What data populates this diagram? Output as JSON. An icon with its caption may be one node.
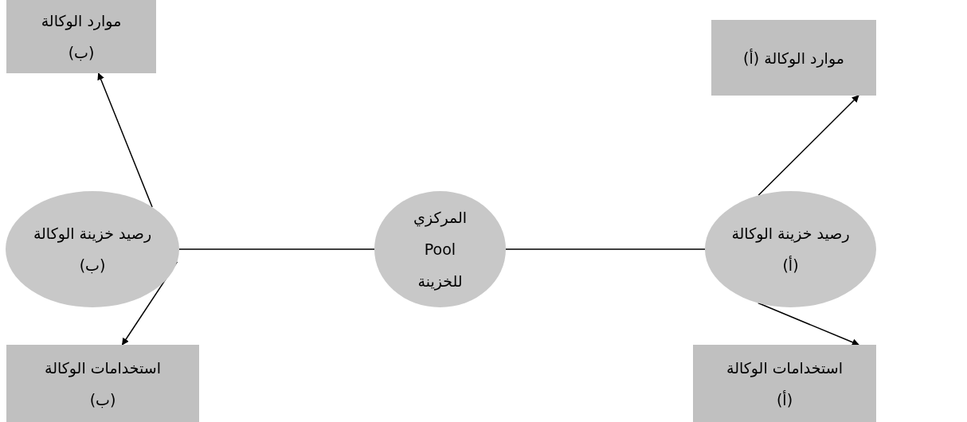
{
  "diagram": {
    "nodes": [
      {
        "text": [
          "موارد الوكالة (ب)"
        ]
      },
      {
        "text": [
          "موارد الوكالة (أ)"
        ]
      },
      {
        "text": [
          "رصيد خزينة الوكالة (ب)"
        ]
      },
      {
        "text": [
          "المركزي Pool للخزينة"
        ]
      },
      {
        "text": [
          "رصيد خزينة الوكالة (أ)"
        ]
      },
      {
        "text": [
          "استخدامات الوكالة (ب)"
        ]
      },
      {
        "text": [
          "استخدامات الوكالة (أ)"
        ]
      }
    ],
    "edges": [
      {
        "from": 2,
        "to": 0,
        "arrow": "to"
      },
      {
        "from": 2,
        "to": 5,
        "arrow": "to"
      },
      {
        "from": 3,
        "to": 2,
        "arrow": "none"
      },
      {
        "from": 3,
        "to": 4,
        "arrow": "none"
      },
      {
        "from": 4,
        "to": 1,
        "arrow": "to"
      },
      {
        "from": 4,
        "to": 6,
        "arrow": "to"
      }
    ]
  }
}
